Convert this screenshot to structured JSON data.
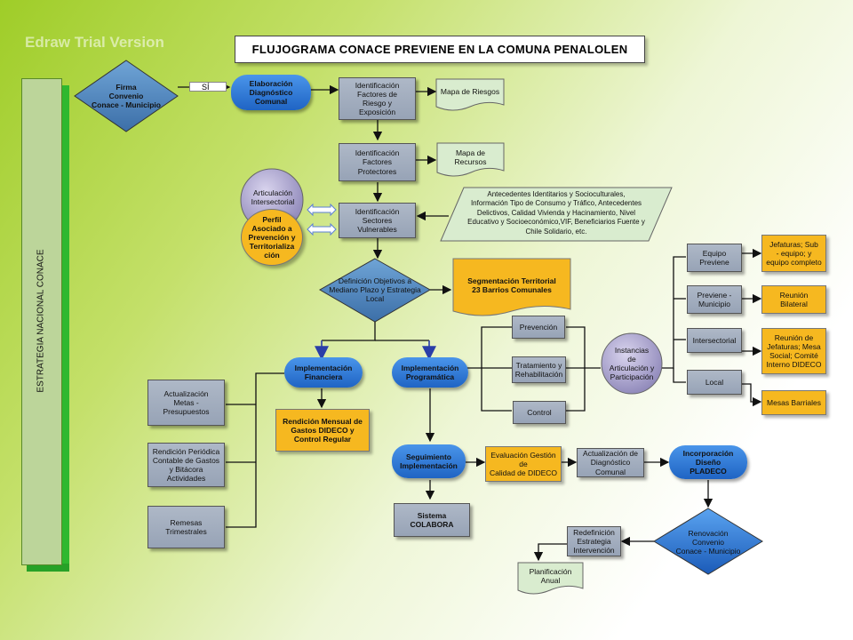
{
  "watermark": "Edraw Trial Version",
  "title": "FLUJOGRAMA CONACE PREVIENE EN LA COMUNA PENALOLEN",
  "sidebar_label": "ESTRATEGIA NACIONAL CONACE",
  "edge_label_si": "SÍ",
  "nodes": {
    "firma_convenio": "Firma\nConvenio\nConace - Municipio",
    "elaboracion_diagnostico": "Elaboración\nDiagnóstico\nComunal",
    "identificacion_factores_riesgo": "Identificación\nFactores de\nRiesgo y\nExposición",
    "mapa_riesgos": "Mapa de Riesgos",
    "identificacion_factores_protectores": "Identificación\nFactores\nProtectores",
    "mapa_recursos": "Mapa de\nRecursos",
    "articulacion_intersectorial": "Articulación\nIntersectorial",
    "perfil_asociado": "Perfil\nAsociado a\nPrevención y\nTerritorializa\nción",
    "identificacion_sectores": "Identificación\nSectores\nVulnerables",
    "antecedentes": "Antecedentes Identitarios y Socioculturales,\nInformación Tipo de Consumo y Tráfico, Antecedentes\nDelictivos, Calidad Vivienda y Hacinamiento, Nivel\nEducativo y Socioeconómico,VIF, Beneficiarios Fuente y\nChile Solidario, etc.",
    "definicion_objetivos": "Definición Objetivos a\nMediano Plazo y Estrategia\nLocal",
    "segmentacion": "Segmentación Territorial\n23 Barrios Comunales",
    "implementacion_financiera": "Implementación\nFinanciera",
    "implementacion_programatica": "Implementación\nProgramática",
    "prevencion": "Prevención",
    "tratamiento": "Tratamiento y\nRehabilitación",
    "control": "Control",
    "instancias": "Instancias\nde\nArticulación y\nParticipación",
    "equipo_previene": "Equipo\nPreviene",
    "previene_municipio": "Previene -\nMunicipio",
    "intersectorial": "Intersectorial",
    "local": "Local",
    "jefaturas_sub": "Jefaturas; Sub\n- equipo; y\nequipo completo",
    "reunion_bilateral": "Reunión\nBilateral",
    "reunion_jefaturas": "Reunión de\nJefaturas; Mesa\nSocial; Comité\nInterno DIDECO",
    "mesas_barriales": "Mesas Barriales",
    "actualizacion_metas": "Actualización\nMetas -\nPresupuestos",
    "rendicion_mensual": "Rendición Mensual de\nGastos DIDECO y\nControl Regular",
    "rendicion_periodica": "Rendición Periódica\nContable de Gastos\ny Bitácora\nActividades",
    "remesas": "Remesas\nTrimestrales",
    "seguimiento": "Seguimiento\nImplementación",
    "evaluacion_gestion": "Evaluación Gestión\nde\nCalidad de DIDECO",
    "actualizacion_diagnostico": "Actualización de\nDiagnóstico\nComunal",
    "incorporacion_diseno": "Incorporación\nDiseño\nPLADECO",
    "sistema_colabora": "Sistema\nCOLABORA",
    "renovacion_convenio": "Renovación\nConvenio\nConace - Municipio",
    "redefinicion_estrategia": "Redefinición\nEstrategia\nIntervención",
    "planificacion_anual": "Planificación\nAnual"
  }
}
